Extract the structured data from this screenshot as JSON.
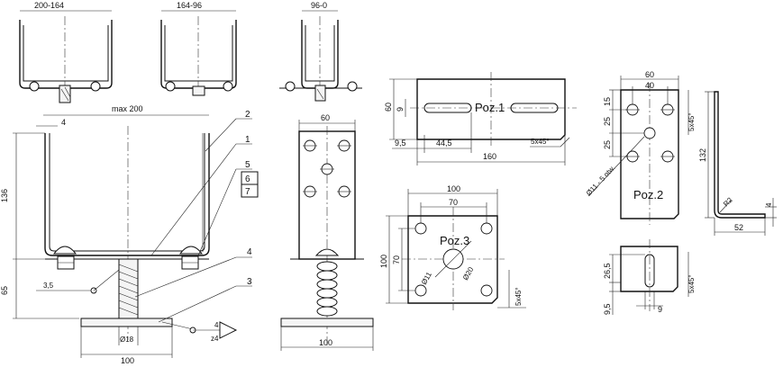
{
  "views": {
    "top_a": {
      "dim": "200-164"
    },
    "top_b": {
      "dim": "164-96"
    },
    "top_c": {
      "dim": "96-0"
    }
  },
  "main_view": {
    "dim_max": "max 200",
    "dim_thk": "4",
    "dim_136": "136",
    "dim_65": "65",
    "dim_3_5": "3,5",
    "dim_d18": "Ø18",
    "dim_100": "100",
    "dim_weld": "4",
    "dim_z4": "z4",
    "callouts": [
      "2",
      "1",
      "5",
      "6",
      "7",
      "4",
      "3"
    ]
  },
  "side_view": {
    "dim_60": "60",
    "dim_100": "100"
  },
  "poz1": {
    "label": "Poz.1",
    "dim_60": "60",
    "dim_9": "9",
    "dim_9_5": "9,5",
    "dim_44_5": "44,5",
    "dim_160": "160",
    "chamfer": "5x45°"
  },
  "poz2": {
    "label": "Poz.2",
    "dim_60": "60",
    "dim_40": "40",
    "dim_15": "15",
    "dim_25a": "25",
    "dim_25b": "25",
    "holes": "Ø11 - 5 otw.",
    "chamfer": "5x45°",
    "dim_132": "132",
    "dim_r2": "R2",
    "dim_4": "4",
    "dim_52": "52"
  },
  "poz3": {
    "label": "Poz.3",
    "dim_100w": "100",
    "dim_70w": "70",
    "dim_100h": "100",
    "dim_70h": "70",
    "dim_d11": "Ø11",
    "dim_d20": "Ø20",
    "chamfer": "5x45°"
  },
  "detail": {
    "dim_26_5": "26,5",
    "dim_9_5": "9,5",
    "dim_9": "9",
    "chamfer": "5x45°"
  }
}
